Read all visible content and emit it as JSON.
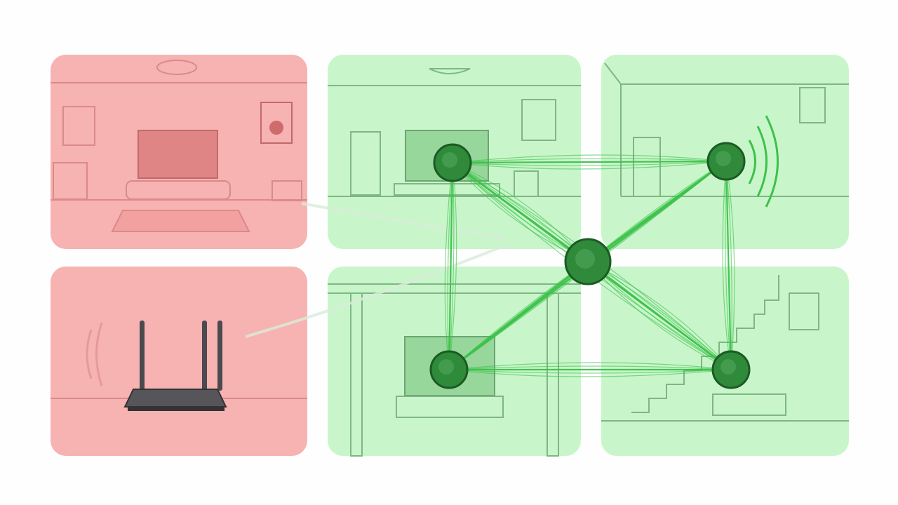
{
  "colors": {
    "weak_zone": "#f7b2b2",
    "strong_zone": "#c9f5cb",
    "node": "#2f8a3a",
    "link": "#3cc24a",
    "outline_red": "#d98a8a",
    "outline_green": "#7fb784",
    "router": "#4a4a4f"
  },
  "zones": [
    {
      "room": "living-room",
      "signal": "weak"
    },
    {
      "room": "router-room",
      "signal": "weak"
    },
    {
      "room": "tv-room",
      "signal": "strong"
    },
    {
      "room": "hallway",
      "signal": "strong"
    },
    {
      "room": "basement-tv",
      "signal": "strong"
    },
    {
      "room": "stairs-room",
      "signal": "strong"
    }
  ],
  "icons": [
    "router-icon",
    "mesh-node-icon",
    "tv-icon",
    "wifi-waves-icon",
    "ceiling-light-icon",
    "picture-frame-icon"
  ]
}
